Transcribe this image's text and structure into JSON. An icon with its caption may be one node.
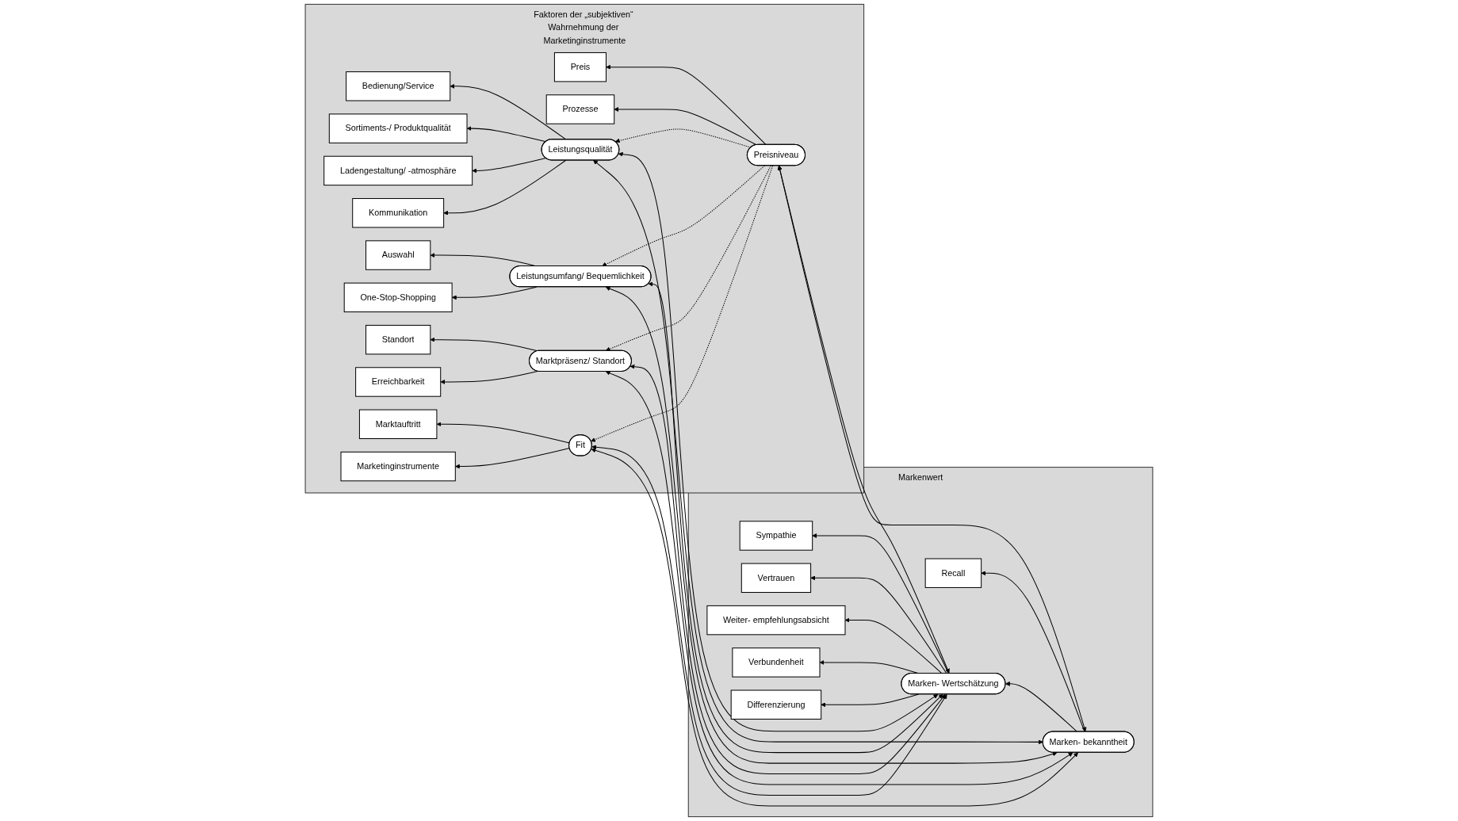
{
  "diagram": {
    "nodes": [
      {
        "text": [
          "Faktoren der „subjektiven“ Wahrnehmung der Marketinginstrumente"
        ]
      },
      {
        "text": [
          "Preisniveau"
        ],
        "in": 0
      },
      {
        "text": [
          "Preis"
        ],
        "in": 0
      },
      {
        "text": [
          "Prozesse"
        ],
        "in": 0
      },
      {
        "text": [
          "Leistungsqualität"
        ],
        "in": 0
      },
      {
        "text": [
          "Bedienung/Service"
        ],
        "in": 0
      },
      {
        "text": [
          "Sortiments-/ Produktqualität"
        ],
        "in": 0
      },
      {
        "text": [
          "Ladengestaltung/ -atmosphäre"
        ],
        "in": 0
      },
      {
        "text": [
          "Kommunikation"
        ],
        "in": 0
      },
      {
        "text": [
          "Leistungsumfang/ Bequemlichkeit"
        ],
        "in": 0
      },
      {
        "text": [
          "Auswahl"
        ],
        "in": 0
      },
      {
        "text": [
          "One-Stop-Shopping"
        ],
        "in": 0
      },
      {
        "text": [
          "Marktpräsenz/ Standort"
        ],
        "in": 0
      },
      {
        "text": [
          "Standort"
        ],
        "in": 0
      },
      {
        "text": [
          "Erreichbarkeit"
        ],
        "in": 0
      },
      {
        "text": [
          "Fit"
        ],
        "in": 0
      },
      {
        "text": [
          "Marktauftritt"
        ],
        "in": 0
      },
      {
        "text": [
          "Marketinginstrumente"
        ],
        "in": 0
      },
      {
        "text": [
          "Markenwert"
        ]
      },
      {
        "text": [
          "Marken- Wertschätzung"
        ],
        "in": 18
      },
      {
        "text": [
          "Sympathie"
        ],
        "in": 18
      },
      {
        "text": [
          "Vertrauen"
        ],
        "in": 18
      },
      {
        "text": [
          "Weiter- empfehlungsabsicht"
        ],
        "in": 18
      },
      {
        "text": [
          "Verbundenheit"
        ],
        "in": 18
      },
      {
        "text": [
          "Differenzierung"
        ],
        "in": 18
      },
      {
        "text": [
          "Marken- bekanntheit"
        ],
        "in": 18
      },
      {
        "text": [
          "Recall"
        ],
        "in": 18
      }
    ],
    "edges": [
      {
        "from": 1,
        "to": 2,
        "arrow": "to"
      },
      {
        "from": 1,
        "to": 3,
        "arrow": "to"
      },
      {
        "from": 4,
        "to": 5,
        "arrow": "to"
      },
      {
        "from": 4,
        "to": 6,
        "arrow": "to"
      },
      {
        "from": 4,
        "to": 7,
        "arrow": "to"
      },
      {
        "from": 4,
        "to": 8,
        "arrow": "to"
      },
      {
        "from": 9,
        "to": 10,
        "arrow": "to"
      },
      {
        "from": 9,
        "to": 11,
        "arrow": "to"
      },
      {
        "from": 12,
        "to": 13,
        "arrow": "to"
      },
      {
        "from": 12,
        "to": 14,
        "arrow": "to"
      },
      {
        "from": 15,
        "to": 16,
        "arrow": "to"
      },
      {
        "from": 15,
        "to": 17,
        "arrow": "to"
      },
      {
        "from": 1,
        "to": 4,
        "arrow": "to",
        "style": "dashed"
      },
      {
        "from": 1,
        "to": 9,
        "arrow": "to",
        "style": "dashed"
      },
      {
        "from": 1,
        "to": 12,
        "arrow": "to",
        "style": "dashed"
      },
      {
        "from": 1,
        "to": 15,
        "arrow": "to",
        "style": "dashed"
      },
      {
        "from": 19,
        "to": 1,
        "arrow": "both"
      },
      {
        "from": 19,
        "to": 4,
        "arrow": "both"
      },
      {
        "from": 19,
        "to": 9,
        "arrow": "both"
      },
      {
        "from": 19,
        "to": 12,
        "arrow": "both"
      },
      {
        "from": 19,
        "to": 15,
        "arrow": "both"
      },
      {
        "from": 25,
        "to": 1,
        "arrow": "both"
      },
      {
        "from": 25,
        "to": 4,
        "arrow": "both"
      },
      {
        "from": 25,
        "to": 9,
        "arrow": "both"
      },
      {
        "from": 25,
        "to": 12,
        "arrow": "both"
      },
      {
        "from": 25,
        "to": 15,
        "arrow": "both"
      },
      {
        "from": 25,
        "to": 19,
        "arrow": "to"
      },
      {
        "from": 19,
        "to": 20,
        "arrow": "to"
      },
      {
        "from": 19,
        "to": 21,
        "arrow": "to"
      },
      {
        "from": 19,
        "to": 22,
        "arrow": "to"
      },
      {
        "from": 19,
        "to": 23,
        "arrow": "to"
      },
      {
        "from": 19,
        "to": 24,
        "arrow": "to"
      },
      {
        "from": 25,
        "to": 26,
        "arrow": "to"
      }
    ]
  }
}
